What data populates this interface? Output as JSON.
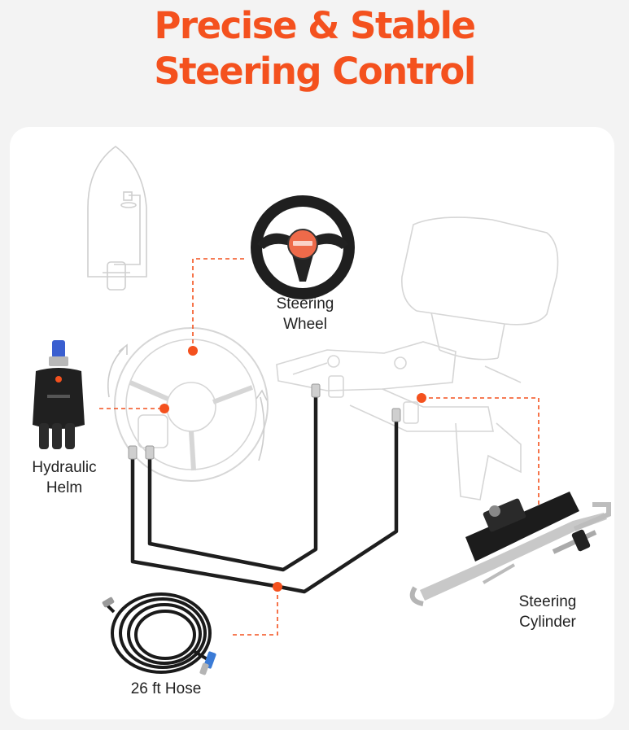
{
  "title": {
    "line1": "Precise & Stable",
    "line2": "Steering Control"
  },
  "labels": {
    "steering_wheel": [
      "Steering",
      "Wheel"
    ],
    "hydraulic_helm": [
      "Hydraulic",
      "Helm"
    ],
    "steering_cylinder": [
      "Steering",
      "Cylinder"
    ],
    "hose": [
      "26 ft Hose"
    ]
  },
  "colors": {
    "accent": "#f4511e",
    "ghost_line": "#d6d6d6",
    "hose": "#1e1e1e"
  }
}
